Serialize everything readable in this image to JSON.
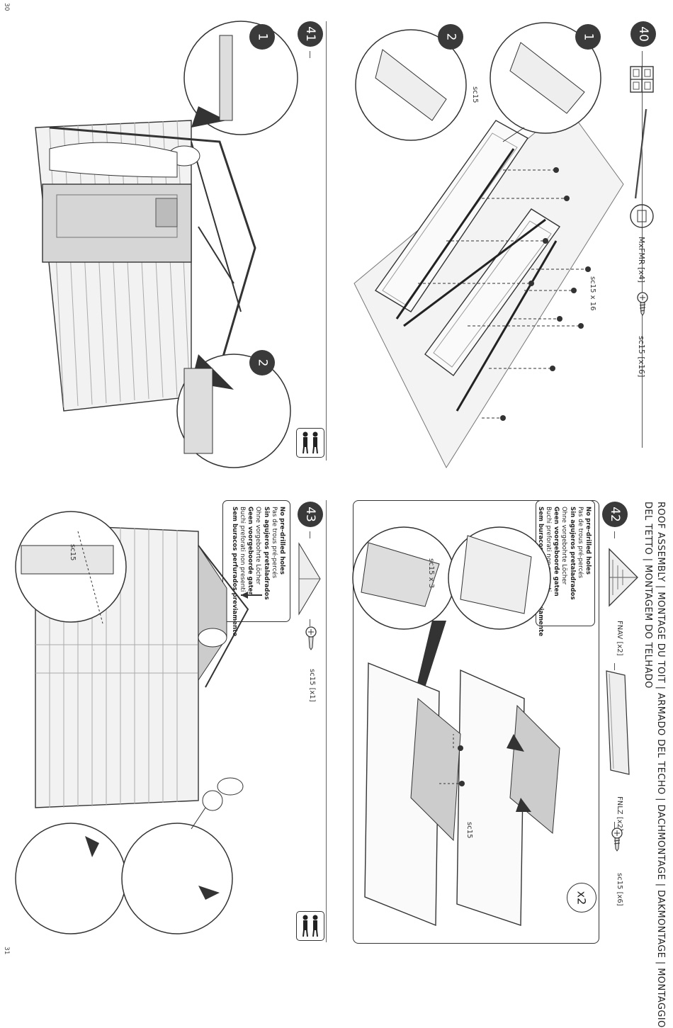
{
  "page_numbers": {
    "left": "30",
    "right": "31"
  },
  "header": {
    "title_line1": "ROOF ASSEMBLY | MONTAGE DU TOIT | ARMADO DEL TECHO | DACHMONTAGE | DAKMONTAGE | MONTAGGIO",
    "title_line2": "DEL TETTO | MONTAGEM DO TELHADO"
  },
  "steps": {
    "s40": {
      "number": "40",
      "parts": [
        {
          "label": "MxFMR [x4]",
          "icon": "roof-beam-icon"
        },
        {
          "label": "sc15 [x16]",
          "icon": "screw-icon"
        }
      ],
      "callouts": [
        "1",
        "2"
      ],
      "screw_label": "sc15",
      "screw_count_label": "sc15 x 16"
    },
    "s41": {
      "number": "41",
      "callouts": [
        "1",
        "2"
      ],
      "people_icon": "two-person-icon"
    },
    "s42": {
      "number": "42",
      "parts": [
        {
          "label": "FNAV [x2]",
          "icon": "gable-truss-icon"
        },
        {
          "label": "FNLZ [x2]",
          "icon": "roof-panel-icon"
        },
        {
          "label": "sc15 [x6]",
          "icon": "screw-icon"
        }
      ],
      "note": [
        {
          "text": "No pre-drilled holes",
          "bold": true
        },
        {
          "text": "Pas de trous pré-percés",
          "bold": false
        },
        {
          "text": "Sin agujeros pretaladrados",
          "bold": true
        },
        {
          "text": "Ohne vorgebohrte Löcher",
          "bold": false
        },
        {
          "text": "Geen voorgeboorde gaten",
          "bold": true
        },
        {
          "text": "Buchi preforati non presenti",
          "bold": false
        },
        {
          "text": "Sem buracos perfurados previamente",
          "bold": true
        }
      ],
      "screw_label_detail": "sc15 x 3",
      "screw_label_main": "sc15",
      "multiplier": "x2"
    },
    "s43": {
      "number": "43",
      "parts": [
        {
          "label": "sc15 [x1]",
          "icon": "screw-icon"
        }
      ],
      "note": [
        {
          "text": "No pre-drilled holes",
          "bold": true
        },
        {
          "text": "Pas de trous pré-percés",
          "bold": false
        },
        {
          "text": "Sin agujeros pretaladrados",
          "bold": true
        },
        {
          "text": "Ohne vorgebohrte Löcher",
          "bold": false
        },
        {
          "text": "Geen voorgeboorde gaten",
          "bold": true
        },
        {
          "text": "Buchi preforati non presenti",
          "bold": false
        },
        {
          "text": "Sem buracos perfurados previamente",
          "bold": true
        }
      ],
      "screw_label": "sc15",
      "people_icon": "two-person-icon"
    }
  }
}
